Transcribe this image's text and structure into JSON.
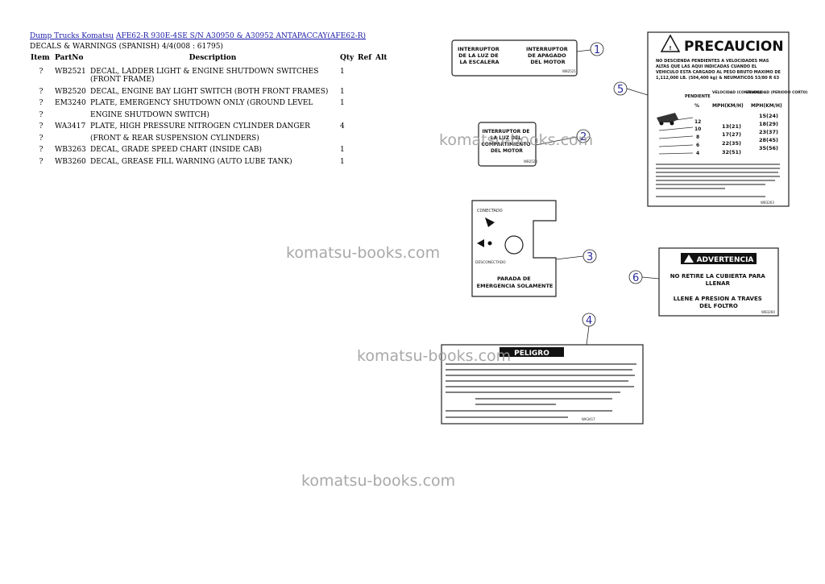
{
  "breadcrumb": {
    "link1": "Dump Trucks Komatsu",
    "link2": "AFE62-R 930E-4SE S/N A30950 & A30952 ANTAPACCAY(AFE62-R)"
  },
  "section_title": "DECALS & WARNINGS (SPANISH) 4/4(008 : 61795)",
  "table": {
    "headers": [
      "Item",
      "PartNo",
      "Description",
      "Qty",
      "Ref",
      "Alt"
    ],
    "rows": [
      {
        "item": "?",
        "part": "WB2521",
        "desc": "DECAL, LADDER LIGHT & ENGINE SHUTDOWN SWITCHES (FRONT FRAME)",
        "qty": "1"
      },
      {
        "item": "?",
        "part": "WB2520",
        "desc": "DECAL, ENGINE BAY LIGHT SWITCH (BOTH FRONT FRAMES)",
        "qty": "1"
      },
      {
        "item": "?",
        "part": "EM3240",
        "desc": "PLATE, EMERGENCY SHUTDOWN ONLY (GROUND LEVEL",
        "qty": "1"
      },
      {
        "item": "?",
        "part": "",
        "desc": "ENGINE SHUTDOWN SWITCH)",
        "qty": ""
      },
      {
        "item": "?",
        "part": "WA3417",
        "desc": "PLATE, HIGH PRESSURE NITROGEN CYLINDER DANGER",
        "qty": "4"
      },
      {
        "item": "?",
        "part": "",
        "desc": "(FRONT & REAR SUSPENSION CYLINDERS)",
        "qty": ""
      },
      {
        "item": "?",
        "part": "WB3263",
        "desc": "DECAL, GRADE SPEED CHART (INSIDE CAB)",
        "qty": "1"
      },
      {
        "item": "?",
        "part": "WB3260",
        "desc": "DECAL, GREASE FILL WARNING (AUTO LUBE TANK)",
        "qty": "1"
      }
    ]
  },
  "watermark": "komatsu-books.com",
  "diagram": {
    "callouts": [
      "1",
      "2",
      "3",
      "4",
      "5",
      "6"
    ],
    "decal1": {
      "left": [
        "INTERRUPTOR",
        "DE LA LUZ DE",
        "LA ESCALERA"
      ],
      "right": [
        "INTERRUPTOR",
        "DE APAGADO",
        "DEL MOTOR"
      ],
      "code": "WB2521"
    },
    "decal2": {
      "lines": [
        "INTERRUPTOR DE",
        "LA LUZ DEL",
        "COMPARTIMIENTO",
        "DEL MOTOR"
      ],
      "code": "WB2520"
    },
    "decal3": {
      "top": "CONECTADO",
      "side": "DESCONECTADO",
      "bottom": [
        "PARADA DE",
        "EMERGENCIA SOLAMENTE"
      ]
    },
    "decal4": {
      "title": "PELIGRO",
      "code": "WA3417"
    },
    "decal5": {
      "title": "PRECAUCION",
      "intro": [
        "NO DESCIENDA PENDIENTES A VELOCIDADES MAS",
        "ALTAS QUE LAS AQUI INDICADAS CUANDO EL",
        "VEHICULO ESTA CARGADO AL PESO BRUTO MAXIMO DE",
        "1,112,000 LB. (504,400 kg) & NEUMATICOS 53/80 R 63"
      ],
      "col_heads": [
        "PENDIENTE",
        "VELOCIDAD (CONTINUA)",
        "VELOCIDAD (PERIODO CORTO)"
      ],
      "units": [
        "%",
        "MPH(KM/H)",
        "MPH(KM/H)"
      ],
      "rows": [
        {
          "grade": "",
          "cont": "",
          "short": "15(24)"
        },
        {
          "grade": "12",
          "cont": "13(21)",
          "short": "18(29)"
        },
        {
          "grade": "10",
          "cont": "17(27)",
          "short": "23(37)"
        },
        {
          "grade": "8",
          "cont": "22(35)",
          "short": "28(45)"
        },
        {
          "grade": "6",
          "cont": "",
          "short": ""
        },
        {
          "grade": "4",
          "cont": "32(51)",
          "short": "35(56)"
        }
      ],
      "code": "WB3263"
    },
    "decal6": {
      "title": "ADVERTENCIA",
      "line1": [
        "NO RETIRE LA CUBIERTA PARA",
        "LLENAR"
      ],
      "line2": [
        "LLENE A PRESION A TRAVES",
        "DEL FOLTRO"
      ],
      "code": "WB3260"
    }
  }
}
